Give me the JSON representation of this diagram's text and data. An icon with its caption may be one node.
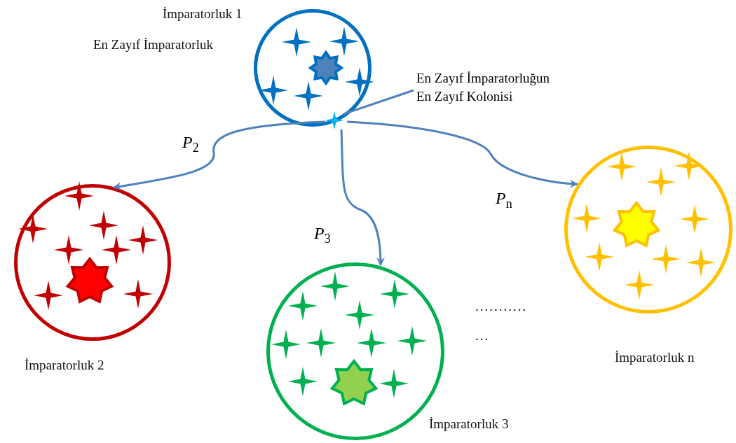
{
  "diagram": {
    "nodes": [
      {
        "text": [],
        "shape": "circle",
        "beside": [
          "İmparatorluk 1",
          "En Zayıf İmparatorluk"
        ]
      },
      {
        "text": [],
        "shape": "star",
        "in": 0
      },
      {
        "text": [
          "En Zayıf İmparatorluğun En Zayıf Kolonisi"
        ]
      },
      {
        "text": [],
        "shape": "circle",
        "beside": [
          "İmparatorluk 2"
        ]
      },
      {
        "text": [],
        "shape": "circle",
        "beside": [
          "İmparatorluk 3"
        ]
      },
      {
        "text": [],
        "shape": "circle",
        "beside": [
          "İmparatorluk n"
        ]
      }
    ],
    "edges": [
      {
        "from": 1,
        "to": 3,
        "arrow": "to",
        "label": "*P*$_{2}$"
      },
      {
        "from": 1,
        "to": 4,
        "arrow": "to",
        "label": "*P*$_{3}$"
      },
      {
        "from": 1,
        "to": 5,
        "arrow": "to",
        "label": "*P*$_{n}$"
      },
      {
        "from": 2,
        "to": 1,
        "arrow": "none"
      }
    ],
    "labels": [
      "...........",
      "..."
    ]
  }
}
